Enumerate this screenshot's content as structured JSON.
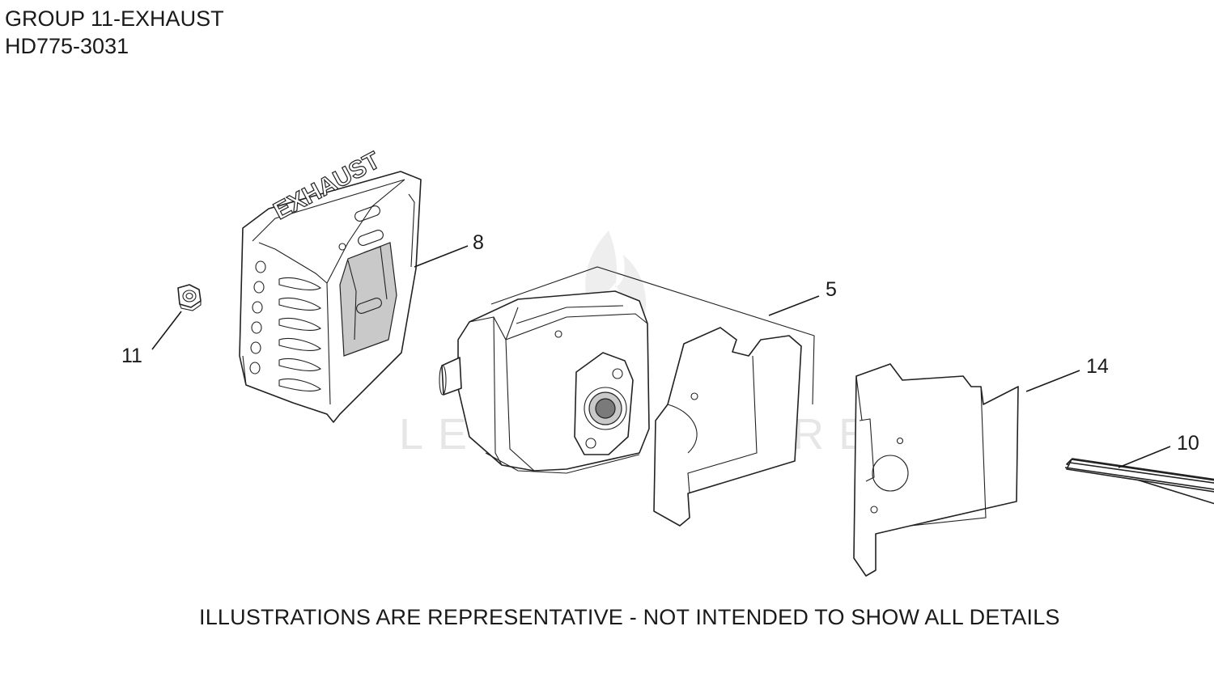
{
  "header": {
    "group_title": "GROUP 11-EXHAUST",
    "model_number": "HD775-3031"
  },
  "callouts": {
    "nut": "11",
    "heat_shield_cover": "8",
    "muffler": "5",
    "gasket_plate": "14",
    "stud": "10"
  },
  "watermark": {
    "text": "LEADVENTURE"
  },
  "cover_embossing": "EXHAUST",
  "footer": {
    "disclaimer": "ILLUSTRATIONS ARE REPRESENTATIVE - NOT INTENDED TO SHOW ALL DETAILS"
  }
}
